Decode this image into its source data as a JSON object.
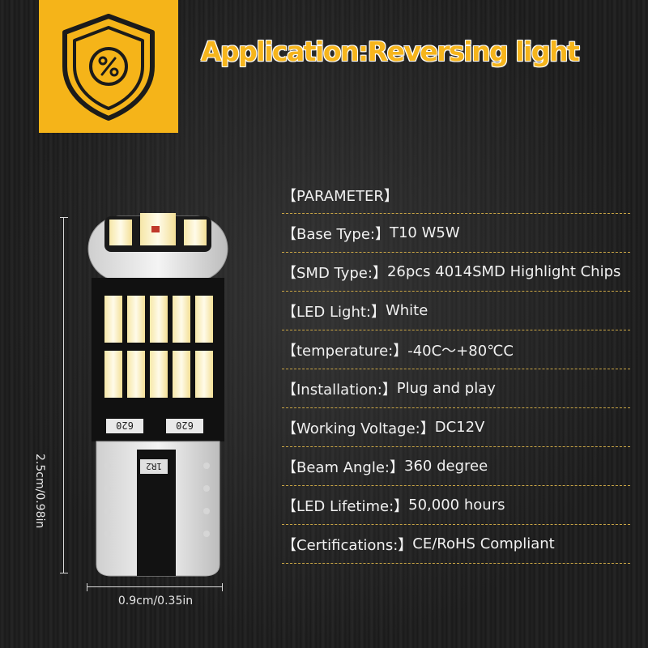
{
  "headline": "Application:Reversing light",
  "badge": {
    "icon": "shield-percent-icon",
    "color": "#f5b419"
  },
  "parameters": {
    "header": "【PARAMETER】",
    "rows": [
      {
        "label": "【Base Type:】",
        "value": "T10 W5W"
      },
      {
        "label": "【SMD Type:】",
        "value": "26pcs 4014SMD Highlight Chips"
      },
      {
        "label": "【LED Light:】",
        "value": "White"
      },
      {
        "label": "【temperature:】",
        "value": "-40C～+80℃C"
      },
      {
        "label": "【Installation:】",
        "value": "Plug and play"
      },
      {
        "label": "【Working Voltage:】",
        "value": " DC12V"
      },
      {
        "label": "【Beam Angle:】",
        "value": "360 degree"
      },
      {
        "label": "【LED Lifetime:】",
        "value": "50,000 hours"
      },
      {
        "label": "【Certifications:】",
        "value": "CE/RoHS Compliant"
      }
    ]
  },
  "dimensions": {
    "height": "2.5cm/0.98in",
    "width": "0.9cm/0.35in"
  },
  "bulb": {
    "resistor_labels": [
      "620",
      "620"
    ],
    "chip_label": "1R2"
  }
}
